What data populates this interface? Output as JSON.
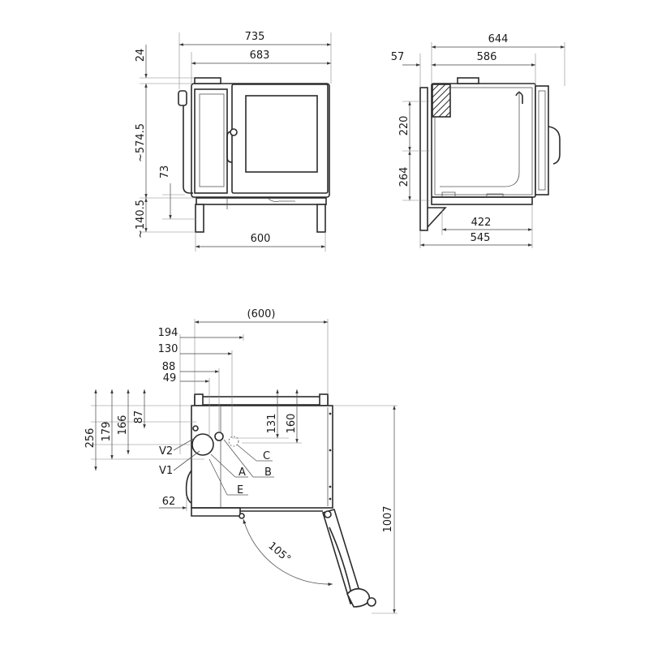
{
  "front_view": {
    "width_overall": "735",
    "width_body": "683",
    "top_offset": "24",
    "height_body": "~574.5",
    "foot_height": "~140.5",
    "drain_height": "73",
    "base_width": "600"
  },
  "side_view": {
    "depth_overall": "644",
    "depth_body": "586",
    "back_offset": "57",
    "upper_height": "220",
    "lower_height": "264",
    "foot_depth_inner": "422",
    "foot_depth_outer": "545"
  },
  "plan_view": {
    "width": "(600)",
    "h_194": "194",
    "h_130": "130",
    "h_88": "88",
    "h_49": "49",
    "v_256": "256",
    "v_179": "179",
    "v_166": "166",
    "v_87": "87",
    "v_131": "131",
    "v_160": "160",
    "depth_door_open": "1007",
    "side_62": "62",
    "door_angle": "105°",
    "labels": {
      "v2": "V2",
      "v1": "V1",
      "a": "A",
      "b": "B",
      "c": "C",
      "e": "E"
    }
  }
}
